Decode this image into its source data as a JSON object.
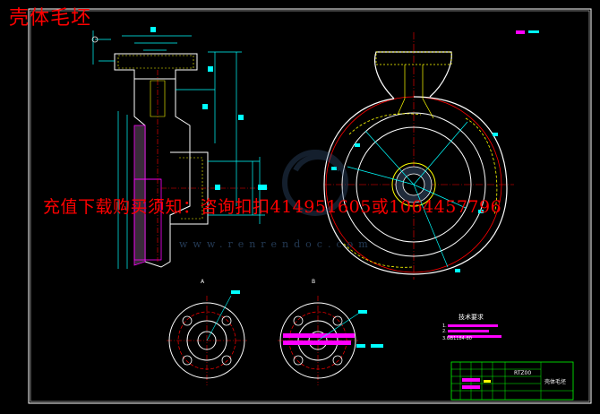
{
  "title": "壳体毛坯",
  "watermark": {
    "promo": "充值下载购买须知：咨询扣扣414951605或1064457796",
    "url": "www.renrendoc.com"
  },
  "views": {
    "section_a_label": "A",
    "section_b_label": "B"
  },
  "technical_requirements": {
    "heading": "技术要求",
    "items": [
      "1.",
      "2.",
      "3.GB1184-80"
    ]
  },
  "title_block": {
    "drawing_name": "壳体毛坯",
    "code": "RTZ00"
  },
  "colors": {
    "background": "#000000",
    "outline": "#ffffff",
    "dimension": "#00ffff",
    "centerline": "#ff0000",
    "callout": "#ff00ff",
    "hatch": "#ffff00",
    "circle": "#ff0000",
    "titleblock": "#00ff00"
  }
}
